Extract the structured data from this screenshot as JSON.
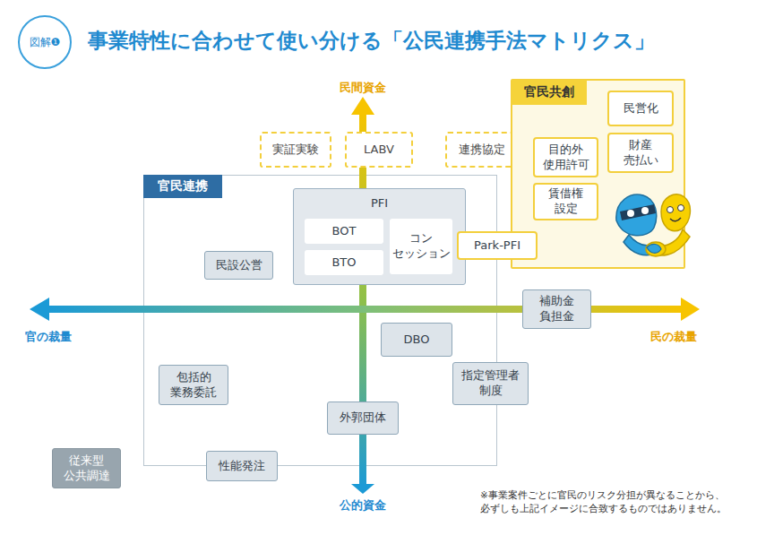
{
  "diagram": {
    "title": "事業特性に合わせて使い分ける「公民連携手法マトリクス」",
    "nodes": [
      {
        "text": [
          "図解❶"
        ]
      },
      {
        "text": [
          "実証実験"
        ]
      },
      {
        "text": [
          "LABV"
        ]
      },
      {
        "text": [
          "連携協定"
        ]
      },
      {
        "text": [
          "官民共創"
        ]
      },
      {
        "text": [
          "民営化"
        ],
        "in": 4
      },
      {
        "text": [
          "目的外 使用許可"
        ],
        "in": 4
      },
      {
        "text": [
          "財産 売払い"
        ],
        "in": 4
      },
      {
        "text": [
          "賃借権 設定"
        ],
        "in": 4
      },
      {
        "text": [
          "官民連携"
        ]
      },
      {
        "text": [
          "PFI"
        ],
        "in": 9
      },
      {
        "text": [
          "BOT"
        ],
        "in": 10
      },
      {
        "text": [
          "コン セッション"
        ],
        "in": 10
      },
      {
        "text": [
          "BTO"
        ],
        "in": 10
      },
      {
        "text": [
          "Park-PFI"
        ]
      },
      {
        "text": [
          "民設公営"
        ],
        "in": 9
      },
      {
        "text": [
          "補助金 負担金"
        ]
      },
      {
        "text": [
          "DBO"
        ],
        "in": 9
      },
      {
        "text": [
          "包括的 業務委託"
        ],
        "in": 9
      },
      {
        "text": [
          "指定管理者 制度"
        ]
      },
      {
        "text": [
          "外郭団体"
        ],
        "in": 9
      },
      {
        "text": [
          "従来型 公共調達"
        ]
      },
      {
        "text": [
          "性能発注"
        ]
      }
    ],
    "labels": [
      "民間資金",
      "官の裁量",
      "民の裁量",
      "公的資金",
      "※事業案件ごとに官民のリスク分担が異なることから、 必ずしも上記イメージに合致するものではありません。"
    ]
  }
}
